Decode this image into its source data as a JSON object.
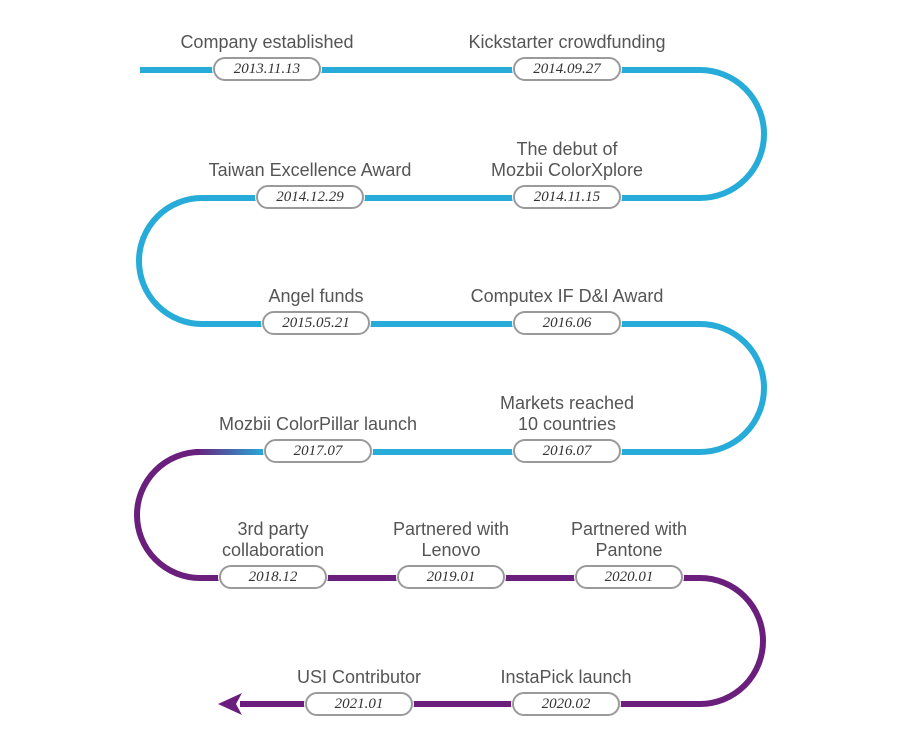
{
  "colors": {
    "early_path": "#27acd9",
    "late_path": "#6b1f7c",
    "pill_border": "#9a9a9a",
    "label_text": "#555555"
  },
  "milestones": [
    {
      "label": "Company established",
      "date": "2013.11.13"
    },
    {
      "label": "Kickstarter crowdfunding",
      "date": "2014.09.27"
    },
    {
      "label": "The debut of\nMozbii ColorXplore",
      "date": "2014.11.15"
    },
    {
      "label": "Taiwan Excellence Award",
      "date": "2014.12.29"
    },
    {
      "label": "Angel funds",
      "date": "2015.05.21"
    },
    {
      "label": "Computex IF D&I Award",
      "date": "2016.06"
    },
    {
      "label": "Markets reached\n10 countries",
      "date": "2016.07"
    },
    {
      "label": "Mozbii ColorPillar launch",
      "date": "2017.07"
    },
    {
      "label": "3rd party\ncollaboration",
      "date": "2018.12"
    },
    {
      "label": "Partnered with\nLenovo",
      "date": "2019.01"
    },
    {
      "label": "Partnered with\nPantone",
      "date": "2020.01"
    },
    {
      "label": "InstaPick launch",
      "date": "2020.02"
    },
    {
      "label": "USI Contributor",
      "date": "2021.01"
    }
  ]
}
